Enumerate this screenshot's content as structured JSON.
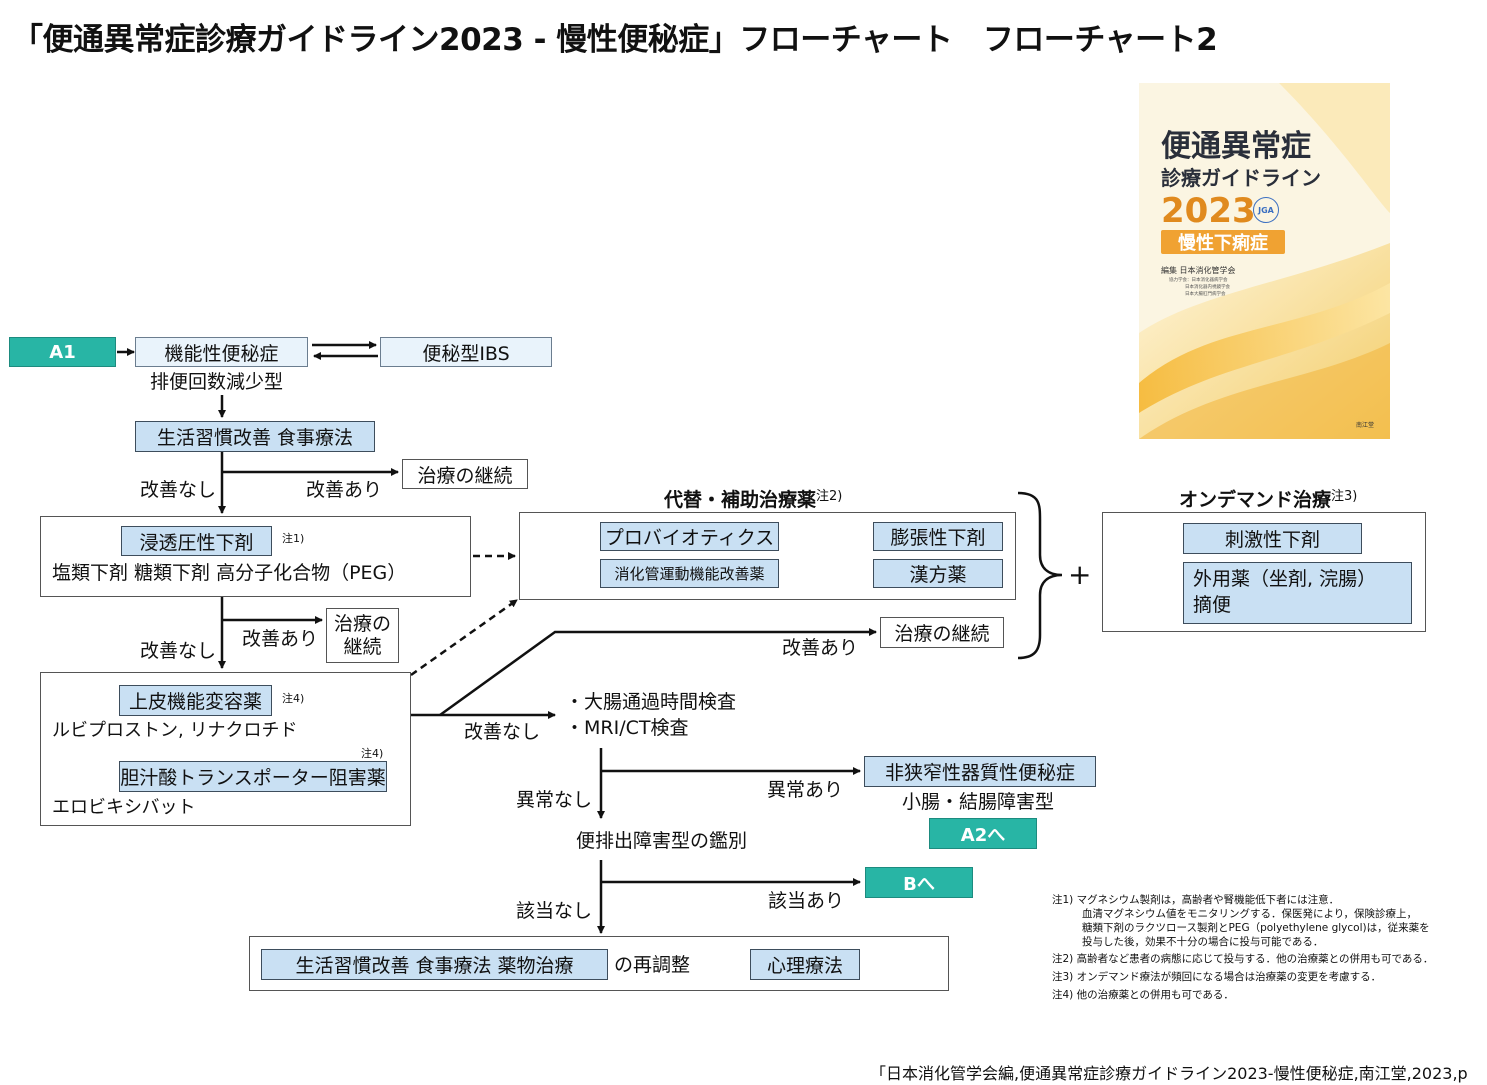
{
  "title": "「便通異常症診療ガイドライン2023 - 慢性便秘症」フローチャート　フローチャート2",
  "book": {
    "line1": "便通異常症",
    "line2": "診療ガイドライン",
    "year": "2023",
    "badge": "JGA",
    "subtitle": "慢性下痢症",
    "editor": "編集 日本消化管学会",
    "coop1": "協力学会：日本消化器病学会",
    "coop2": "日本消化器内視鏡学会",
    "coop3": "日本大腸肛門病学会",
    "publisher": "南江堂"
  },
  "nodes": {
    "a1": "A1",
    "functional": "機能性便秘症",
    "ibs": "便秘型IBS",
    "reduced": "排便回数減少型",
    "lifestyle": "生活習慣改善 食事療法",
    "cont1": "治療の継続",
    "osmotic": "浸透圧性下剤",
    "osmotic_note": "注1)",
    "osmotic_drugs": "塩類下剤  糖類下剤  高分子化合物（PEG）",
    "cont2_line1": "治療の",
    "cont2_line2": "継続",
    "epithelial": "上皮機能変容薬",
    "epithelial_note": "注4)",
    "epithelial_drugs": "ルビプロストン, リナクロチド",
    "bile": "胆汁酸トランスポーター阻害薬",
    "bile_note": "注4)",
    "bile_drugs": "エロビキシバット",
    "alt_heading": "代替・補助治療薬",
    "alt_note": "注2)",
    "probiotics": "プロバイオティクス",
    "bulk": "膨張性下剤",
    "prokinetic": "消化管運動機能改善薬",
    "kampo": "漢方薬",
    "plus": "+",
    "ondemand_heading": "オンデマンド治療",
    "ondemand_note": "注3)",
    "stimulant": "刺激性下剤",
    "topical_line1": "外用薬（坐剤, 浣腸）",
    "topical_line2": "摘便",
    "cont3": "治療の継続",
    "exam1": "・大腸通過時間検査",
    "exam2": "・MRI/CT検査",
    "nonstenotic": "非狭窄性器質性便秘症",
    "obstruction": "小腸・結腸障害型",
    "a2": "A2へ",
    "differential": "便排出障害型の鑑別",
    "b": "Bへ",
    "final_left": "生活習慣改善 食事療法 薬物治療",
    "final_mid": "の再調整",
    "psycho": "心理療法"
  },
  "edge_labels": {
    "no_improve1": "改善なし",
    "improve1": "改善あり",
    "no_improve2": "改善なし",
    "improve2": "改善あり",
    "improve3": "改善あり",
    "no_improve3": "改善なし",
    "abnormal_no": "異常なし",
    "abnormal_yes": "異常あり",
    "applicable_no": "該当なし",
    "applicable_yes": "該当あり"
  },
  "notes": {
    "n1a": "注1) マグネシウム製剤は，高齢者や腎機能低下者には注意．",
    "n1b": "血清マグネシウム値をモニタリングする．保医発により，保険診療上，",
    "n1c": "糖類下剤のラクツロース製剤とPEG（polyethylene glycol)は，従来薬を",
    "n1d": "投与した後，効果不十分の場合に投与可能である．",
    "n2": "注2) 高齢者など患者の病態に応じて投与する．他の治療薬との併用も可である．",
    "n3": "注3) オンデマンド療法が頻回になる場合は治療薬の変更を考慮する．",
    "n4": "注4) 他の治療薬との併用も可である．"
  },
  "citation": "「日本消化管学会編,便通異常症診療ガイドライン2023-慢性便秘症,南江堂,2023,p"
}
